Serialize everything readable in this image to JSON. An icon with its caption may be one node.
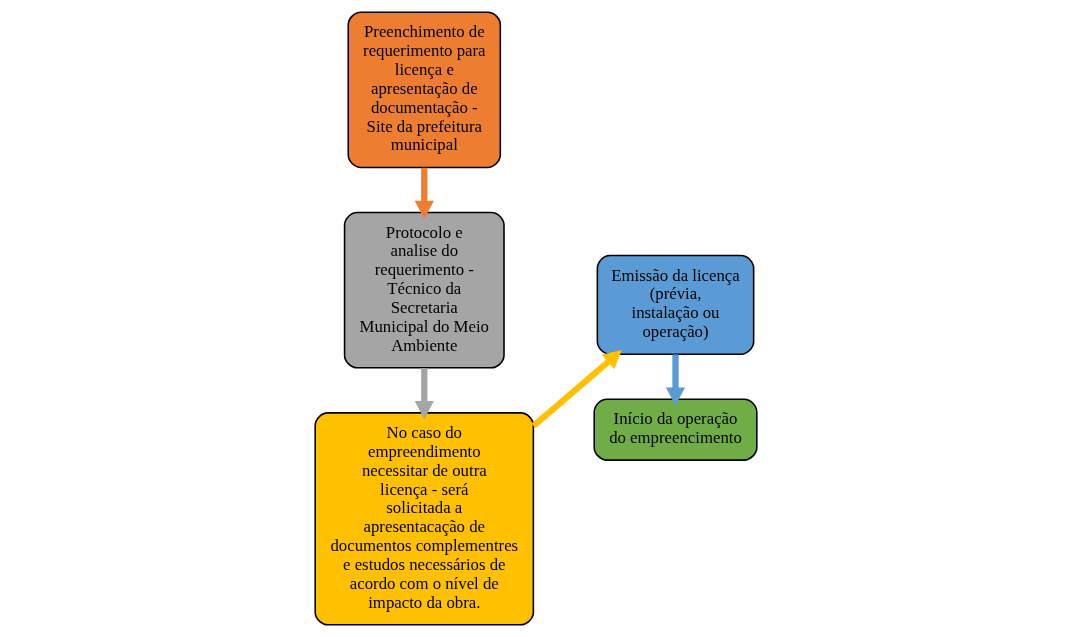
{
  "diagram": {
    "nodes": [
      {
        "text": [
          "Preenchimento de requerimento para licença e apresentação de documentação - Site da prefeitura municipal"
        ]
      },
      {
        "text": [
          "Protocolo e analise do requerimento - Técnico da Secretaria Municipal do Meio Ambiente"
        ]
      },
      {
        "text": [
          "No caso do empreendimento necessitar de outra licença - será solicitada a apresentacação de documentos complementres e estudos necessários de acordo com o nível de impacto da obra."
        ]
      },
      {
        "text": [
          "Emissão da licença (prévia, instalação ou operação)"
        ]
      },
      {
        "text": [
          "Início da operação do empreencimento"
        ]
      }
    ],
    "edges": [
      {
        "from": 0,
        "to": 1,
        "arrow": "to",
        "color": "#ed7d31"
      },
      {
        "from": 1,
        "to": 2,
        "arrow": "to",
        "color": "#a5a5a5"
      },
      {
        "from": 2,
        "to": 3,
        "arrow": "to",
        "color": "#ffc000"
      },
      {
        "from": 3,
        "to": 4,
        "arrow": "to",
        "color": "#5b9bd5"
      }
    ]
  }
}
